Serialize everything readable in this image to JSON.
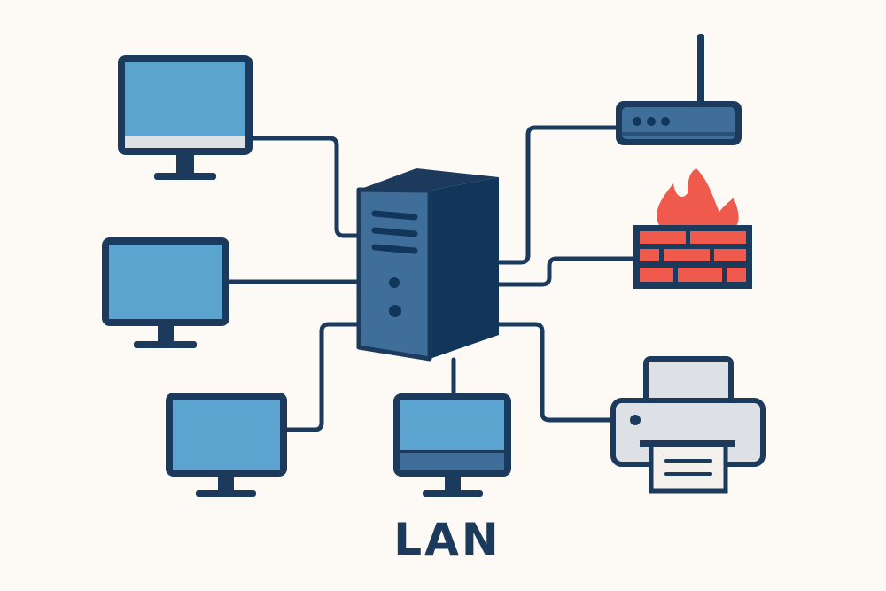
{
  "diagram": {
    "label": "LAN",
    "colors": {
      "background": "#fdfaf6",
      "outline": "#1b3a5c",
      "screen": "#5ba4cf",
      "screen_bar": "#dde1e5",
      "server_front": "#3e6e99",
      "server_side": "#12355a",
      "firewall_brick": "#ef5a4c",
      "flame": "#ef5a4c",
      "printer_body": "#dde1e5",
      "paper": "#f4f1ec"
    },
    "nodes": [
      {
        "id": "server",
        "type": "server",
        "icon": "server-tower-icon"
      },
      {
        "id": "pc-top-left",
        "type": "computer",
        "icon": "desktop-monitor-icon"
      },
      {
        "id": "pc-mid-left",
        "type": "computer",
        "icon": "desktop-monitor-icon"
      },
      {
        "id": "pc-bottom-left",
        "type": "computer",
        "icon": "desktop-monitor-icon"
      },
      {
        "id": "pc-bottom-center",
        "type": "computer",
        "icon": "desktop-monitor-icon"
      },
      {
        "id": "router",
        "type": "router",
        "icon": "wifi-router-icon"
      },
      {
        "id": "firewall",
        "type": "firewall",
        "icon": "firewall-icon"
      },
      {
        "id": "printer",
        "type": "printer",
        "icon": "printer-icon"
      }
    ],
    "edges": [
      {
        "from": "server",
        "to": "pc-top-left"
      },
      {
        "from": "server",
        "to": "pc-mid-left"
      },
      {
        "from": "server",
        "to": "pc-bottom-left"
      },
      {
        "from": "server",
        "to": "pc-bottom-center"
      },
      {
        "from": "server",
        "to": "router"
      },
      {
        "from": "server",
        "to": "firewall"
      },
      {
        "from": "server",
        "to": "printer"
      }
    ]
  }
}
